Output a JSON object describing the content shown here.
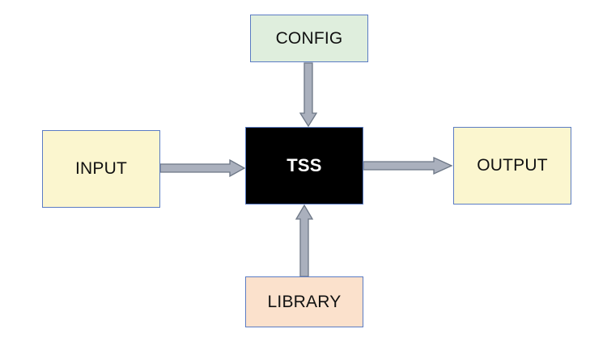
{
  "diagram": {
    "nodes": {
      "config": {
        "label": "CONFIG",
        "fill": "#dfeedd"
      },
      "input": {
        "label": "INPUT",
        "fill": "#fbf6cf"
      },
      "tss": {
        "label": "TSS",
        "fill": "#000000",
        "text_color": "#ffffff"
      },
      "output": {
        "label": "OUTPUT",
        "fill": "#fbf6cf"
      },
      "library": {
        "label": "LIBRARY",
        "fill": "#fbe1cc"
      }
    },
    "edges": [
      {
        "from": "config",
        "to": "tss"
      },
      {
        "from": "input",
        "to": "tss"
      },
      {
        "from": "tss",
        "to": "output"
      },
      {
        "from": "library",
        "to": "tss"
      }
    ],
    "border_color": "#5b7cc4",
    "arrow_color": "#aab0bd"
  }
}
